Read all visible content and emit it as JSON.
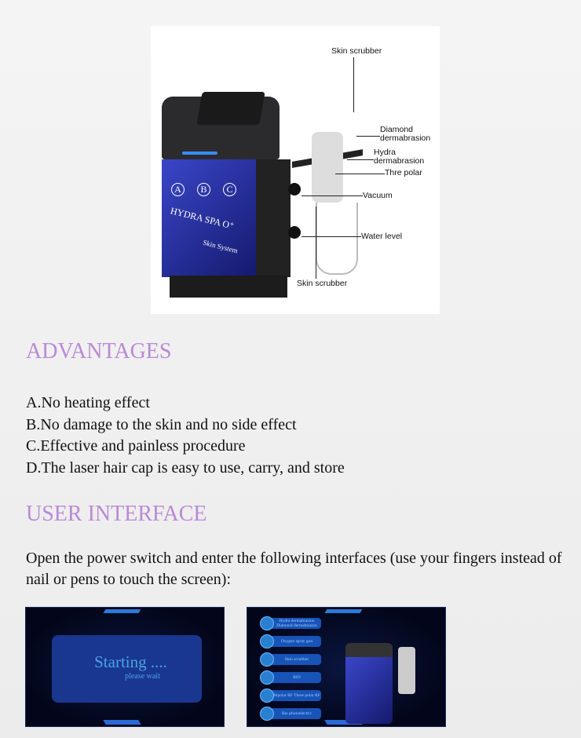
{
  "diagram": {
    "labels": [
      "Skin scrubber",
      "Diamond dermabrasion",
      "Hydra dermabrasion",
      "Thre polar",
      "Vacuum",
      "Water level",
      "Skin scrubber"
    ],
    "machine_text": {
      "buttons": [
        "A",
        "B",
        "C"
      ],
      "brand": "HYDRA SPA O⁺",
      "sub": "Skin System"
    }
  },
  "advantages": {
    "title": "ADVANTAGES",
    "items": [
      "A.No heating effect",
      "B.No damage to the skin and no side effect",
      "C.Effective and painless procedure",
      "D.The laser hair cap is easy to use, carry, and store"
    ]
  },
  "user_interface": {
    "title": "USER INTERFACE",
    "intro": "Open the power switch and enter the following interfaces (use your fingers instead of nail or pens to touch the screen):"
  },
  "screen1": {
    "title": "Starting ....",
    "subtitle": "please wait"
  },
  "screen2": {
    "menu": [
      "Hydra dermabrasion Diamond dermabrasion",
      "Oxygen spray gun",
      "Skin scrubber",
      "BIO",
      "Bipolar RF Three polar RF",
      "Bio photoelectric"
    ]
  }
}
